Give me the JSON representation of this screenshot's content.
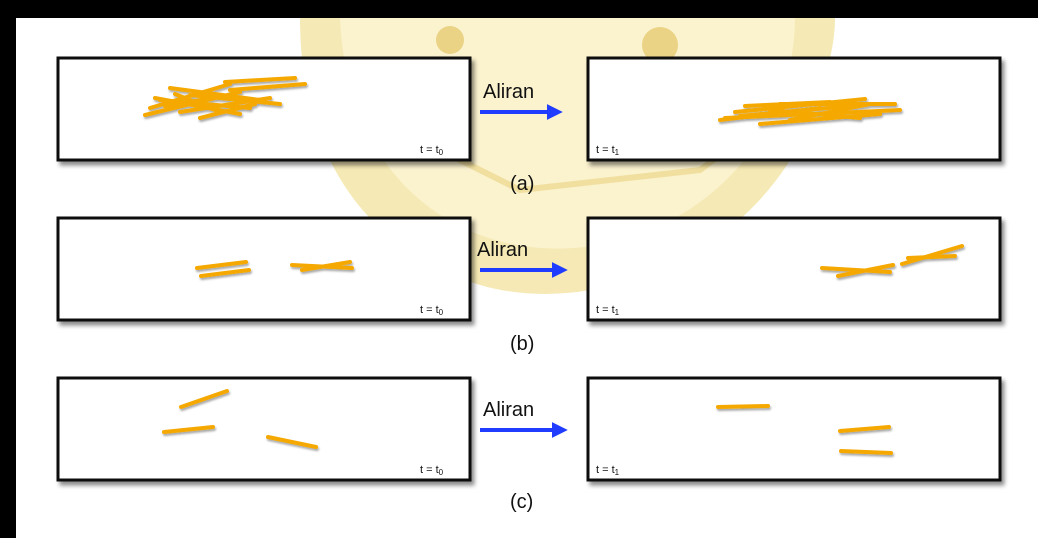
{
  "arrow_label": "Aliran",
  "arrow_color": "#1f3cff",
  "fiber_color": "#f5a800",
  "watermark_color": "#f3e3a0",
  "rows": [
    {
      "caption": "(a)",
      "before_label": [
        "t = t",
        "0"
      ],
      "after_label": [
        "t = t",
        "1"
      ]
    },
    {
      "caption": "(b)",
      "before_label": [
        "t = t",
        "0"
      ],
      "after_label": [
        "t = t",
        "1"
      ]
    },
    {
      "caption": "(c)",
      "before_label": [
        "t = t",
        "0"
      ],
      "after_label": [
        "t = t",
        "1"
      ]
    }
  ]
}
